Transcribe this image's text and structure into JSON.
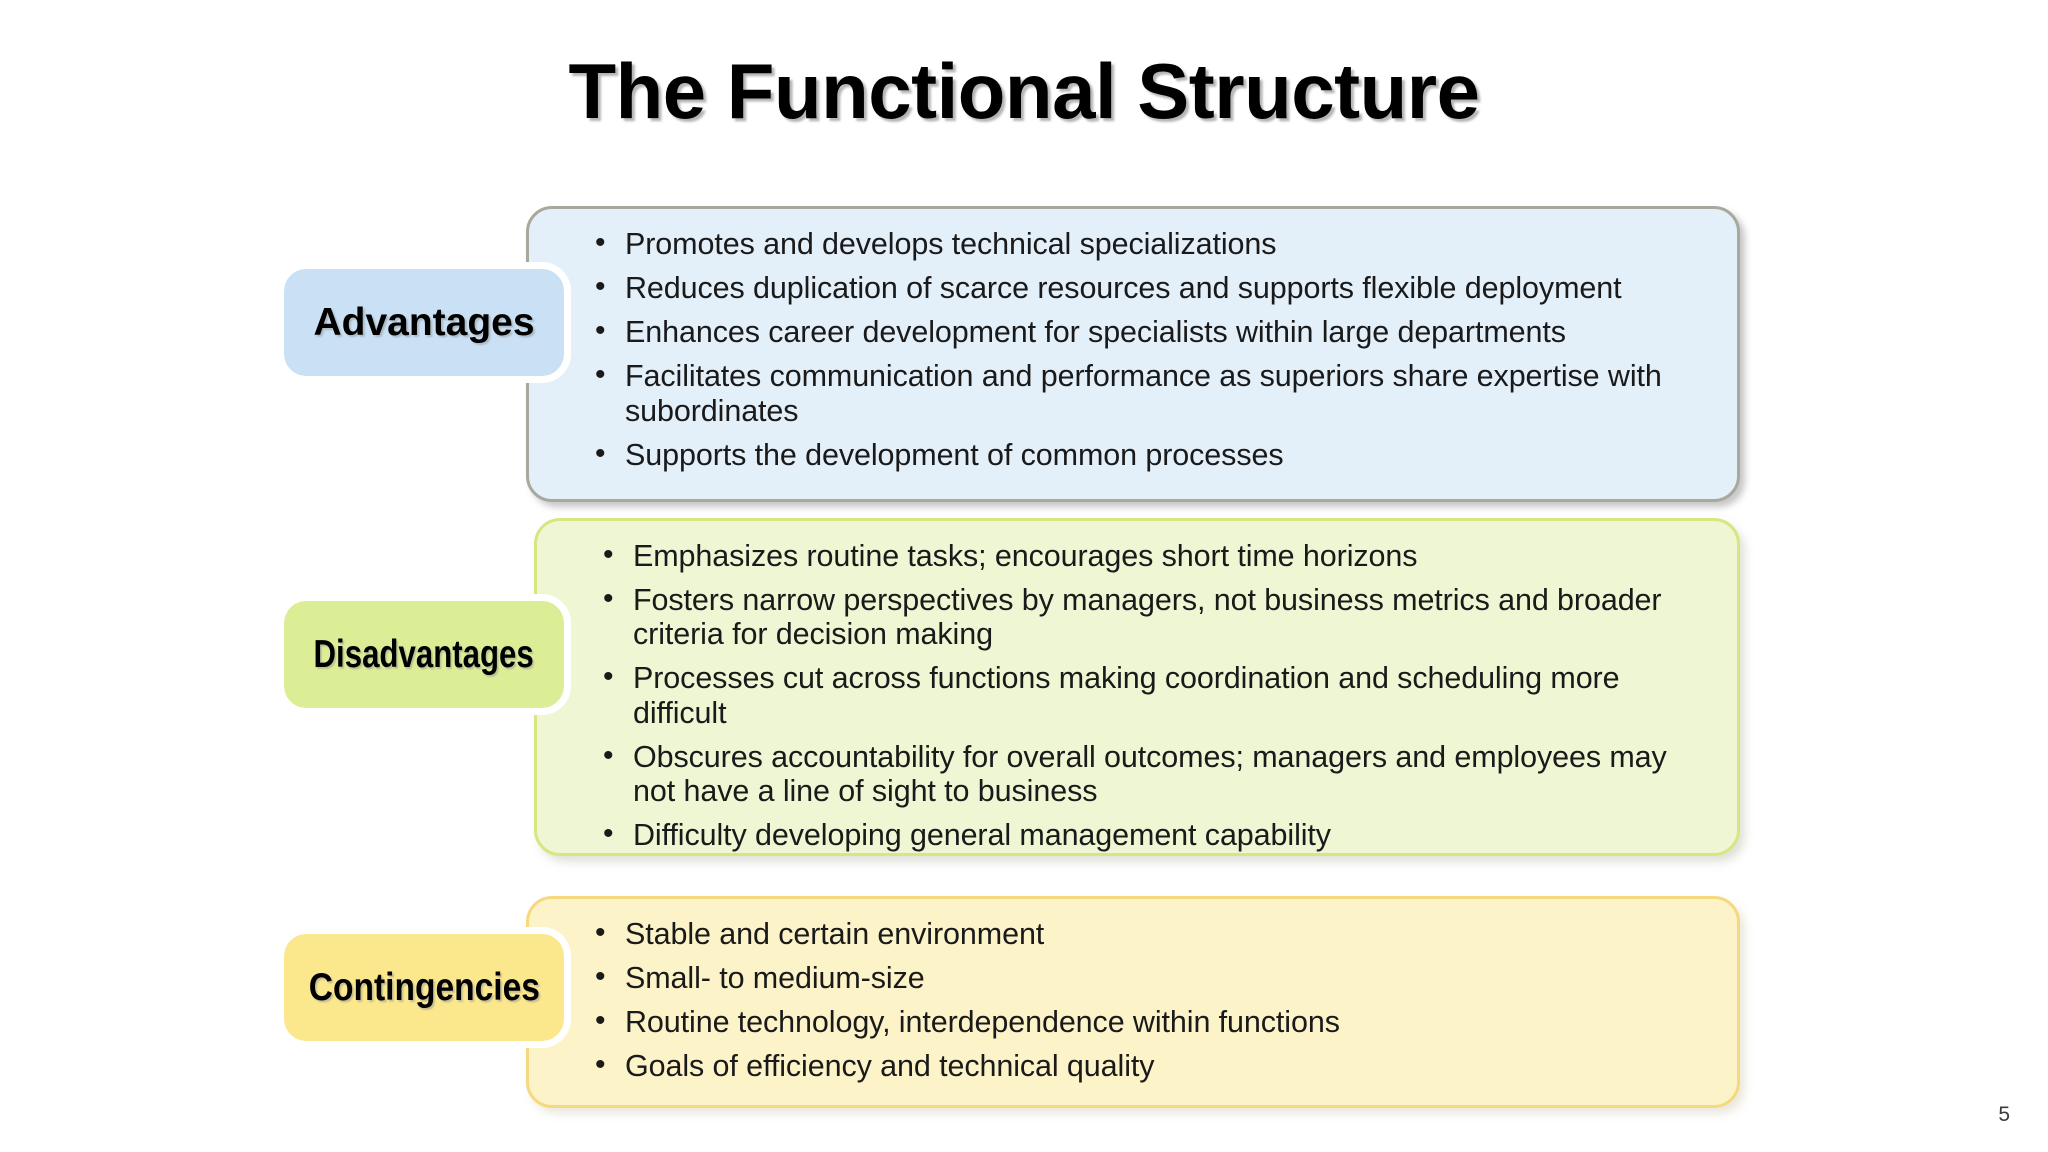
{
  "slide": {
    "title": "The Functional Structure",
    "page_number": "5",
    "colors": {
      "advantages_chip": "#c9e0f5",
      "advantages_panel": "#e3eff9",
      "advantages_border": "#a8a89c",
      "disadvantages_chip": "#dbee96",
      "disadvantages_panel": "#eef6d3",
      "disadvantages_border": "#d7e680",
      "contingencies_chip": "#fbe78c",
      "contingencies_panel": "#fdf3c8",
      "contingencies_border": "#f6d97e"
    }
  },
  "sections": [
    {
      "label": "Advantages",
      "bullets": [
        "Promotes and develops technical specializations",
        "Reduces duplication of scarce resources and supports flexible deployment",
        "Enhances career development for specialists within large departments",
        "Facilitates communication and performance as superiors share expertise with subordinates",
        "Supports the development of common processes"
      ]
    },
    {
      "label": "Disadvantages",
      "bullets": [
        "Emphasizes routine tasks; encourages short time horizons",
        "Fosters narrow perspectives by managers, not business metrics and broader criteria for decision making",
        "Processes cut across functions making coordination and scheduling more difficult",
        "Obscures accountability for overall outcomes; managers and employees may not have a line of sight to business",
        "Difficulty developing general management capability"
      ]
    },
    {
      "label": "Contingencies",
      "bullets": [
        "Stable and certain environment",
        "Small- to medium-size",
        "Routine technology, interdependence within functions",
        "Goals of efficiency and technical quality"
      ]
    }
  ]
}
